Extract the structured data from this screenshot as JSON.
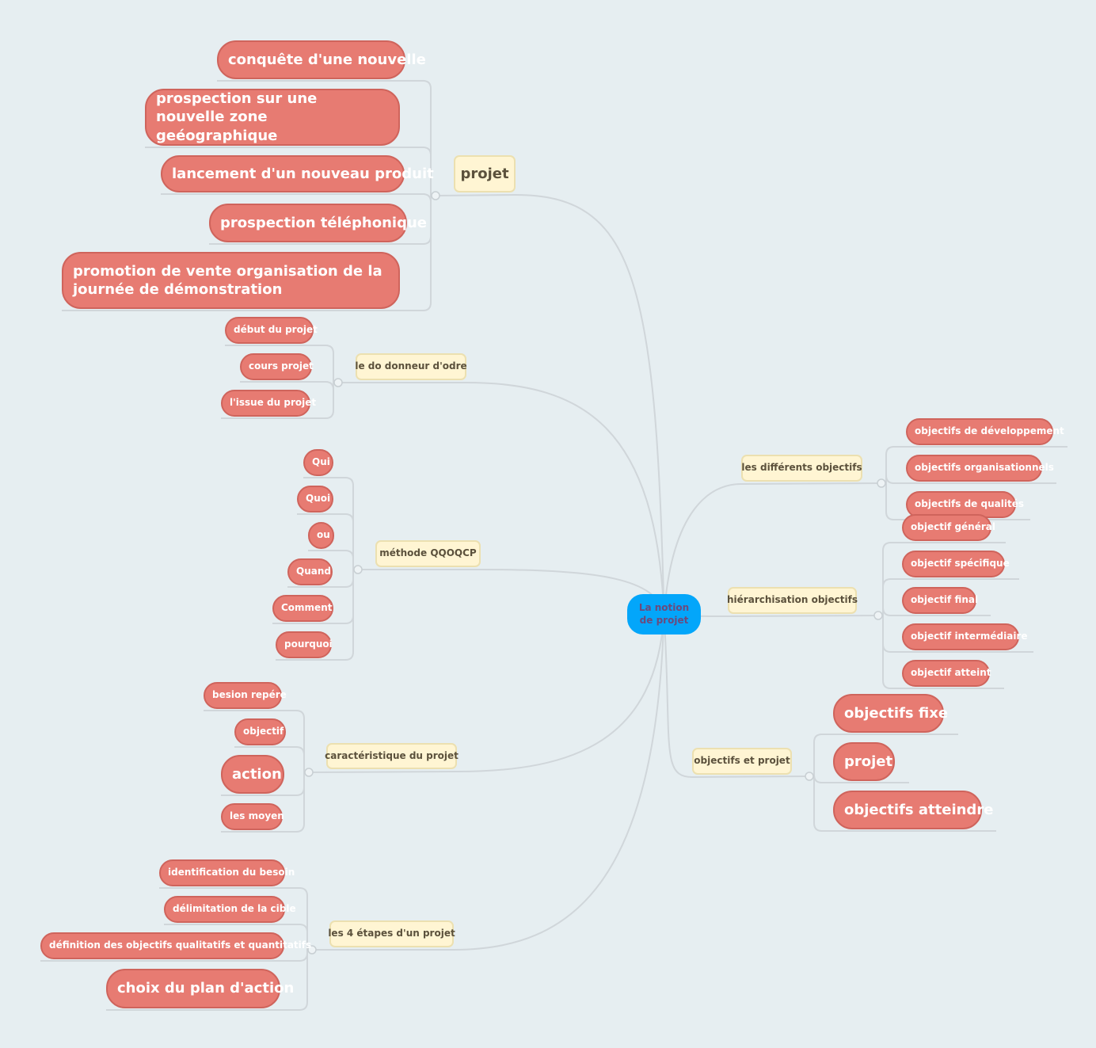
{
  "center": {
    "label": "La notion de projet"
  },
  "colors": {
    "background": "#e6eef1",
    "center": "#03a6fa",
    "topic": "#fff5d3",
    "leaf": "#e77b72",
    "connector": "#d0d6da"
  },
  "branches": [
    {
      "label": "projet",
      "children": [
        "conquête d'une nouvelle",
        "prospection sur une nouvelle zone geéographique",
        "lancement d'un nouveau produit",
        "prospection téléphonique",
        "promotion de vente organisation de la journée de démonstration"
      ]
    },
    {
      "label": "le do donneur d'odre",
      "children": [
        "début du projet",
        "cours projet",
        "l'issue du projet"
      ]
    },
    {
      "label": "méthode QQOQCP",
      "children": [
        "Qui",
        "Quoi",
        "ou",
        "Quand",
        "Comment",
        "pourquoi"
      ]
    },
    {
      "label": "caractéristique du projet",
      "children": [
        "besion repére",
        "objectif",
        "action",
        "les moyen"
      ]
    },
    {
      "label": "les 4 étapes d'un projet",
      "children": [
        "identification du besoin",
        "délimitation de la cible",
        "définition des objectifs qualitatifs et quantitatifs",
        "choix du plan  d'action"
      ]
    },
    {
      "label": "les différents objectifs",
      "children": [
        "objectifs de développement",
        "objectifs organisationnels",
        "objectifs de qualités"
      ]
    },
    {
      "label": "hiérarchisation objectifs",
      "children": [
        "objectif général",
        "objectif spécifique",
        "objectif final",
        "objectif intermédiaire",
        "objectif  atteint"
      ]
    },
    {
      "label": "objectifs et projet",
      "children": [
        "objectifs fixe",
        "projet",
        "objectifs atteindre"
      ]
    }
  ]
}
